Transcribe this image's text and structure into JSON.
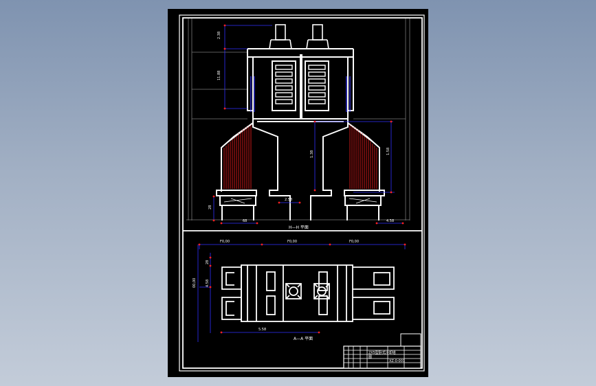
{
  "elevation": {
    "caption": "H—H 平面",
    "dims": {
      "top_v1": "2.38",
      "top_v2": "11.88",
      "right_v": "1.58",
      "center_v": "1.38",
      "left_v": "28",
      "mid_h": "2.58",
      "left_h": "68",
      "right_h": "4.58"
    }
  },
  "plan": {
    "caption": "A—A 平面",
    "dims": {
      "top_1": "F0,00",
      "top_2": "F0,00",
      "top_3": "F0,00",
      "left_1": "28",
      "left_2": "4.58",
      "left_total": "00,00",
      "bottom": "5.58"
    }
  },
  "title_block": {
    "title": "2X5型卧式冷却塔",
    "row2": "图",
    "code": "XZ-0-001"
  },
  "colors": {
    "sheet": "#000000",
    "lines": "#ffffff",
    "dimension": "#3030ff",
    "marker": "#ff2020",
    "fill": "#c81818"
  }
}
